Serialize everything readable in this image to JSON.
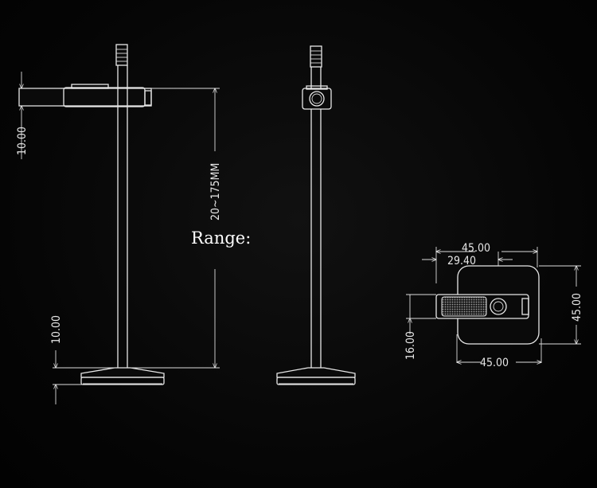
{
  "colors": {
    "background": "#070707",
    "line": "#e8e8e8",
    "text": "#e6e6e6"
  },
  "side_view": {
    "range_label": "Range:",
    "range_value": "20~175MM",
    "top_thickness": "10.00",
    "base_thickness": "10.00"
  },
  "top_view": {
    "outer_width": "45.00",
    "hole_offset": "29.40",
    "outer_height": "45.00",
    "tab_height": "16.00",
    "bottom_width": "45.00"
  }
}
